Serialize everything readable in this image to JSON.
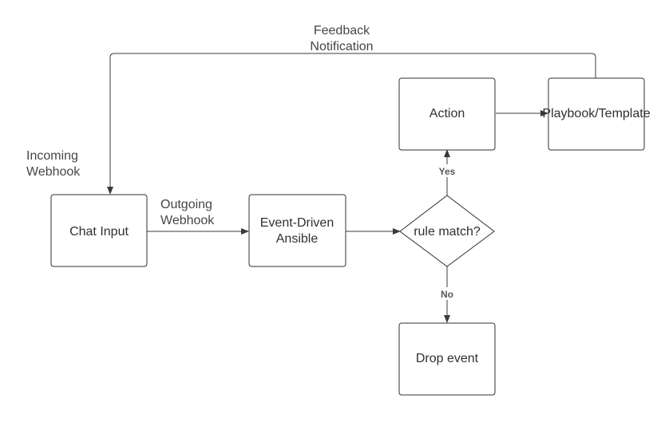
{
  "nodes": {
    "chat_input": "Chat Input",
    "eda_line1": "Event-Driven",
    "eda_line2": "Ansible",
    "rule_match": "rule match?",
    "action": "Action",
    "playbook": "Playbook/Template",
    "drop_event": "Drop event"
  },
  "labels": {
    "feedback_line1": "Feedback",
    "feedback_line2": "Notification",
    "incoming_line1": "Incoming",
    "incoming_line2": "Webhook",
    "outgoing_line1": "Outgoing",
    "outgoing_line2": "Webhook"
  },
  "edge_labels": {
    "yes": "Yes",
    "no": "No"
  },
  "colors": {
    "stroke": "#2f3033",
    "text": "#2e3033",
    "background": "#ffffff"
  }
}
